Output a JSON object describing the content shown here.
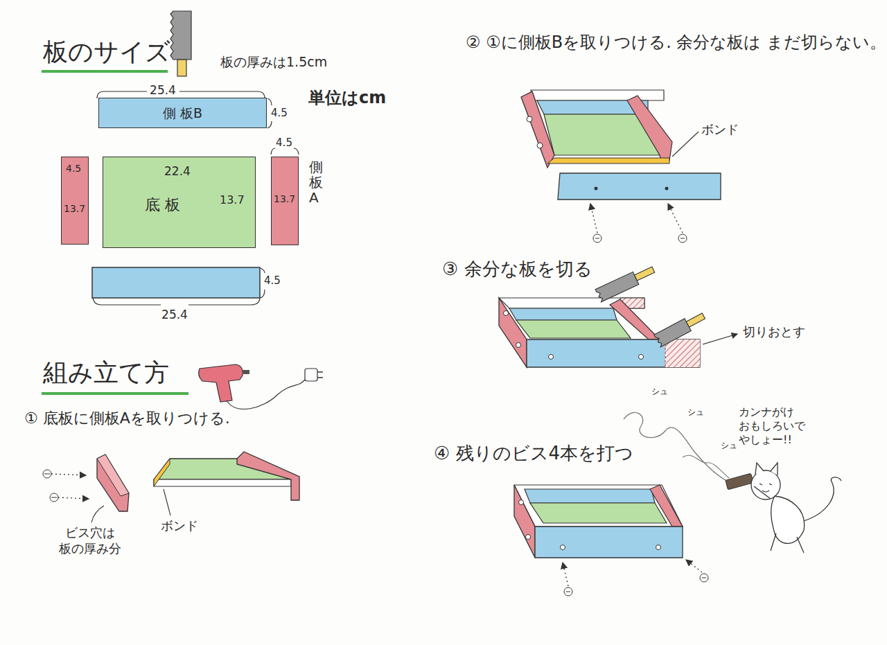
{
  "diagram": {
    "title": "板のサイズ",
    "nodes": [
      {
        "text": [
          "側 板B"
        ]
      },
      {
        "text": [
          "4.5",
          "13.7"
        ]
      },
      {
        "text": [
          "22.4",
          "底 板",
          "13.7"
        ]
      },
      {
        "text": [
          "13.7"
        ]
      }
    ],
    "labels": [
      "板の厚みは1.5cm",
      "単位はcm",
      "25.4",
      "4.5",
      "4.5",
      "側板A",
      "4.5",
      "25.4",
      "組み立て方",
      "① 底板に側板Aを取りつける.",
      "ビス穴は 板の厚み分",
      "ボンド",
      "② ①に側板Bを取りつける. 余分な板は まだ切らない。",
      "ボンド",
      "③ 余分な板を切る",
      "切りおとす",
      "④ 残りのビス4本を打つ",
      "カンナがけ おもしろいで やしょー!!",
      "シュ",
      "シュ",
      "シュ"
    ]
  }
}
